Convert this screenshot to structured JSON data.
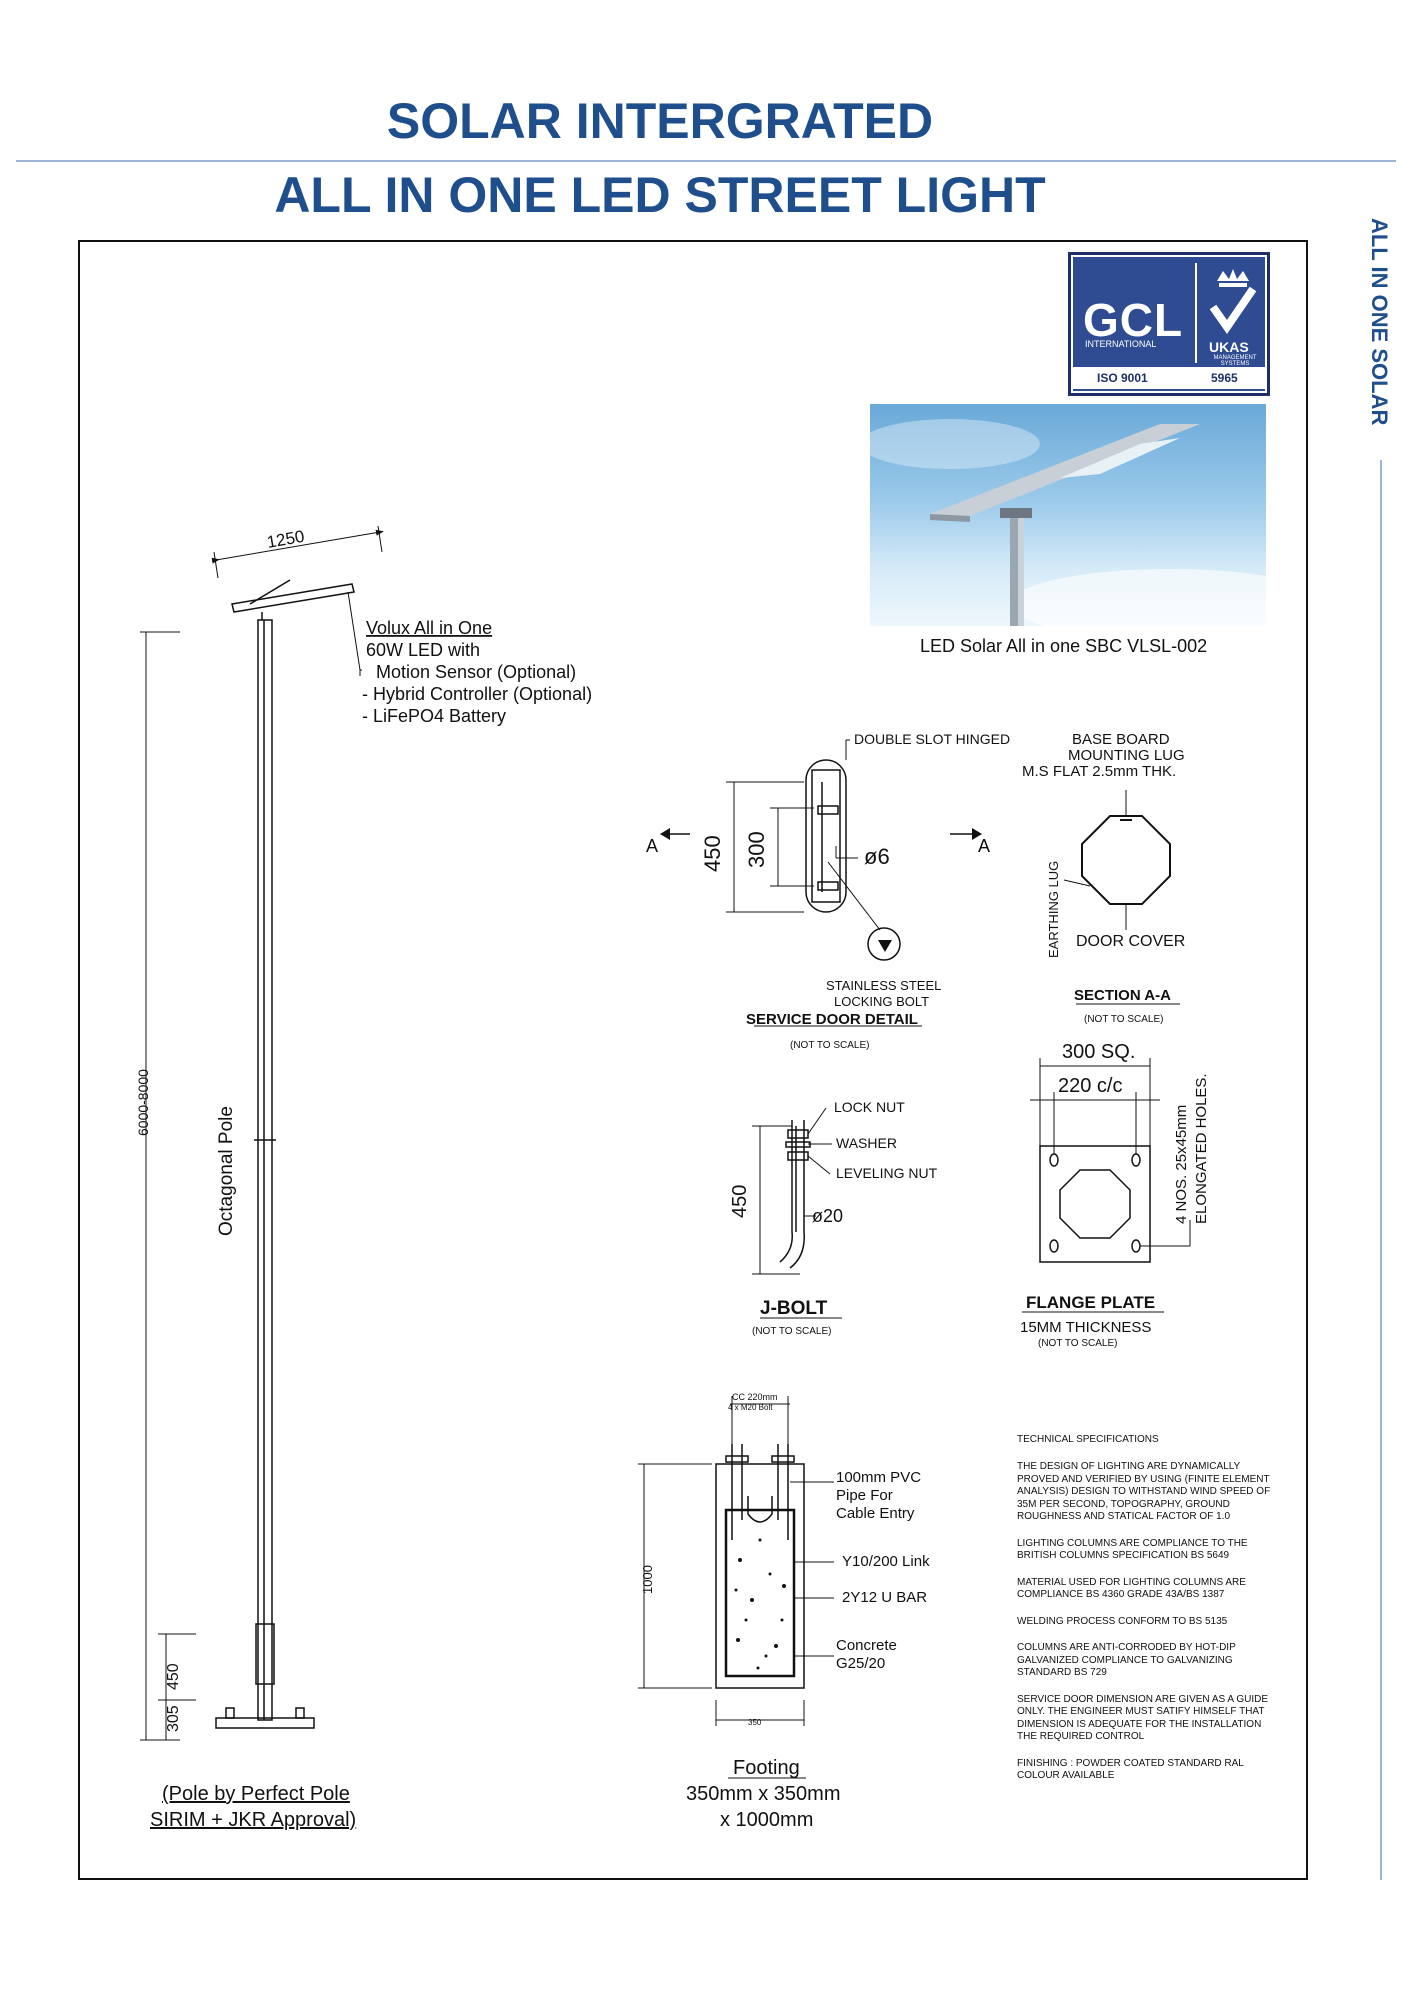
{
  "header": {
    "title_line1": "SOLAR INTERGRATED",
    "title_line2": "ALL IN ONE LED STREET LIGHT",
    "side_tab": "ALL IN ONE SOLAR"
  },
  "logo": {
    "brand": "GCL",
    "brand_sub": "INTERNATIONAL",
    "accreditation": "UKAS",
    "accreditation_sub": "MANAGEMENT SYSTEMS",
    "standard": "ISO 9001",
    "cert_number": "5965"
  },
  "photo": {
    "caption": "LED Solar All in one SBC VLSL-002"
  },
  "pole": {
    "arm_width": "1250",
    "total_height": "6000-8000",
    "door_offset": "450",
    "base_offset": "305",
    "label": "Octagonal Pole",
    "credit_line1": "(Pole by Perfect Pole",
    "credit_line2": "SIRIM + JKR Approval)"
  },
  "luminaire": {
    "title": "Volux All in One",
    "line2": "60W LED with",
    "line3": "Motion Sensor (Optional)",
    "line4": "- Hybrid Controller (Optional)",
    "line5": "- LiFePO4 Battery"
  },
  "service_door": {
    "hinge_label": "DOUBLE SLOT HINGED",
    "dim_outer": "450",
    "dim_inner": "300",
    "dim_dia": "ø6",
    "section_mark": "A",
    "bolt_label_line1": "STAINLESS STEEL",
    "bolt_label_line2": "LOCKING BOLT",
    "title": "SERVICE DOOR DETAIL",
    "note": "(NOT TO SCALE)"
  },
  "section_aa": {
    "top_line1": "BASE BOARD",
    "top_line2": "MOUNTING LUG",
    "top_line3": "M.S FLAT 2.5mm THK.",
    "side_label": "EARTHING LUG",
    "bottom_label": "DOOR COVER",
    "title": "SECTION A-A",
    "note": "(NOT TO SCALE)"
  },
  "j_bolt": {
    "lock_nut": "LOCK NUT",
    "washer": "WASHER",
    "leveling_nut": "LEVELING NUT",
    "length": "450",
    "dia": "ø20",
    "title": "J-BOLT",
    "note": "(NOT TO SCALE)"
  },
  "flange": {
    "outer": "300 SQ.",
    "inner": "220 c/c",
    "holes_line1": "4 NOS. 25x45mm",
    "holes_line2": "ELONGATED HOLES.",
    "title": "FLANGE PLATE",
    "thickness": "15MM THICKNESS",
    "note": "(NOT TO SCALE)"
  },
  "footing": {
    "top_line1": "CC 220mm",
    "top_line2": "4 x M20 Bolt",
    "pvc_line1": "100mm PVC",
    "pvc_line2": "Pipe For",
    "pvc_line3": "Cable Entry",
    "link": "Y10/200 Link",
    "ubar": "2Y12 U BAR",
    "concrete_line1": "Concrete",
    "concrete_line2": "G25/20",
    "depth": "1000",
    "width": "350",
    "title": "Footing",
    "size_line1": "350mm x 350mm",
    "size_line2": "x 1000mm"
  },
  "specs": {
    "heading": "TECHNICAL SPECIFICATIONS",
    "p1": "THE DESIGN OF LIGHTING ARE DYNAMICALLY PROVED AND VERIFIED BY USING (FINITE ELEMENT ANALYSIS) DESIGN TO WITHSTAND WIND SPEED OF 35M PER SECOND, TOPOGRAPHY, GROUND ROUGHNESS AND STATICAL FACTOR OF 1.0",
    "p2": "LIGHTING COLUMNS ARE COMPLIANCE TO THE BRITISH COLUMNS SPECIFICATION BS 5649",
    "p3": "MATERIAL USED FOR LIGHTING COLUMNS ARE COMPLIANCE BS 4360 GRADE 43A/BS 1387",
    "p4": "WELDING PROCESS CONFORM TO BS 5135",
    "p5": "COLUMNS ARE ANTI-CORRODED BY HOT-DIP GALVANIZED COMPLIANCE TO GALVANIZING STANDARD BS 729",
    "p6": "SERVICE DOOR DIMENSION ARE GIVEN AS A GUIDE ONLY. THE ENGINEER MUST SATIFY HIMSELF THAT DIMENSION IS ADEQUATE FOR THE INSTALLATION THE REQUIRED CONTROL",
    "p7": "FINISHING : POWDER COATED STANDARD RAL COLOUR AVAILABLE"
  }
}
